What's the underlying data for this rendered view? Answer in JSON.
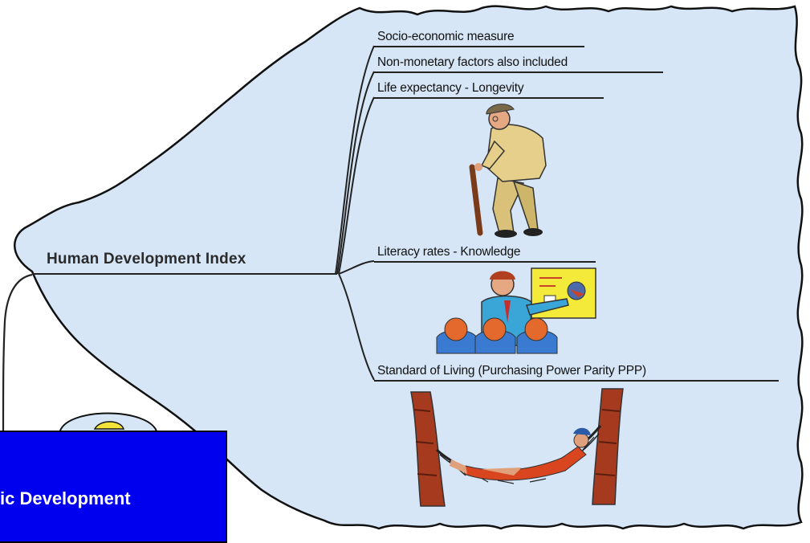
{
  "mindmap": {
    "central_topic": "Human Development Index",
    "branches": [
      {
        "label": "Socio-economic measure"
      },
      {
        "label": "Non-monetary factors also included"
      },
      {
        "label": "Life expectancy - Longevity",
        "illustration": "elderly-man-with-cane"
      },
      {
        "label": "Literacy rates - Knowledge",
        "illustration": "teacher-with-students"
      },
      {
        "label": "Standard of Living (Purchasing Power Parity PPP)",
        "illustration": "person-in-hammock"
      }
    ],
    "parent_node": {
      "label": "ic Development",
      "icon": "lightbulb-icon",
      "color": "#0000ee"
    }
  },
  "colors": {
    "cloud_fill": "#d6e6f6",
    "cloud_border": "#111111",
    "line": "#222222"
  }
}
